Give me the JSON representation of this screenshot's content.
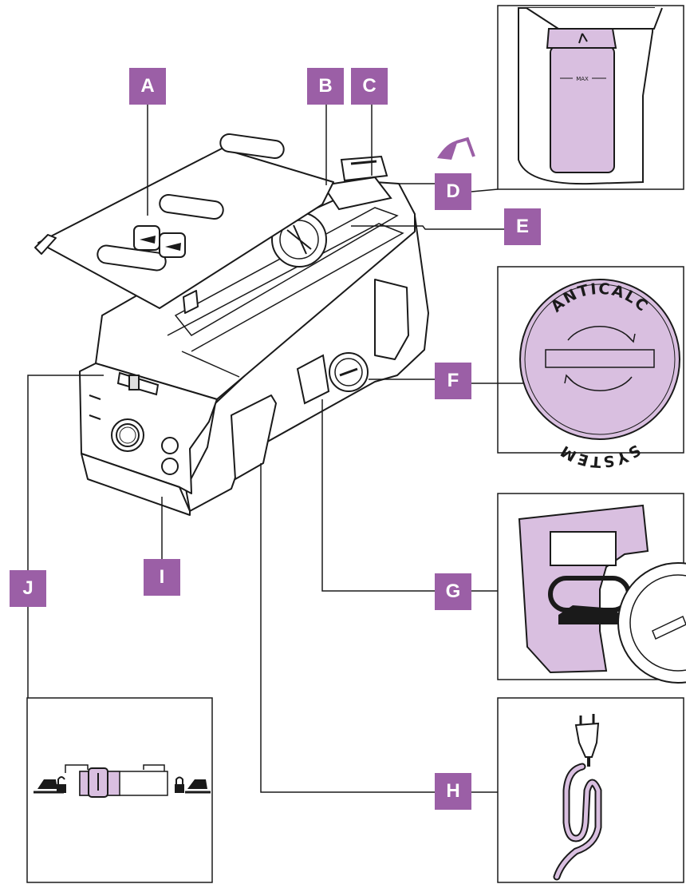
{
  "labels": {
    "a": "A",
    "b": "B",
    "c": "C",
    "d": "D",
    "e": "E",
    "f": "F",
    "g": "G",
    "h": "H",
    "i": "I",
    "j": "J"
  },
  "anticalc_badge": {
    "top_text": "ANTICALC",
    "bottom_text": "SYSTEM"
  },
  "tank_window_mark": "MAX",
  "colors": {
    "label_fill": "#9b5fa6",
    "accent_fill": "#d9bfe0",
    "line": "#1a1a1a"
  }
}
